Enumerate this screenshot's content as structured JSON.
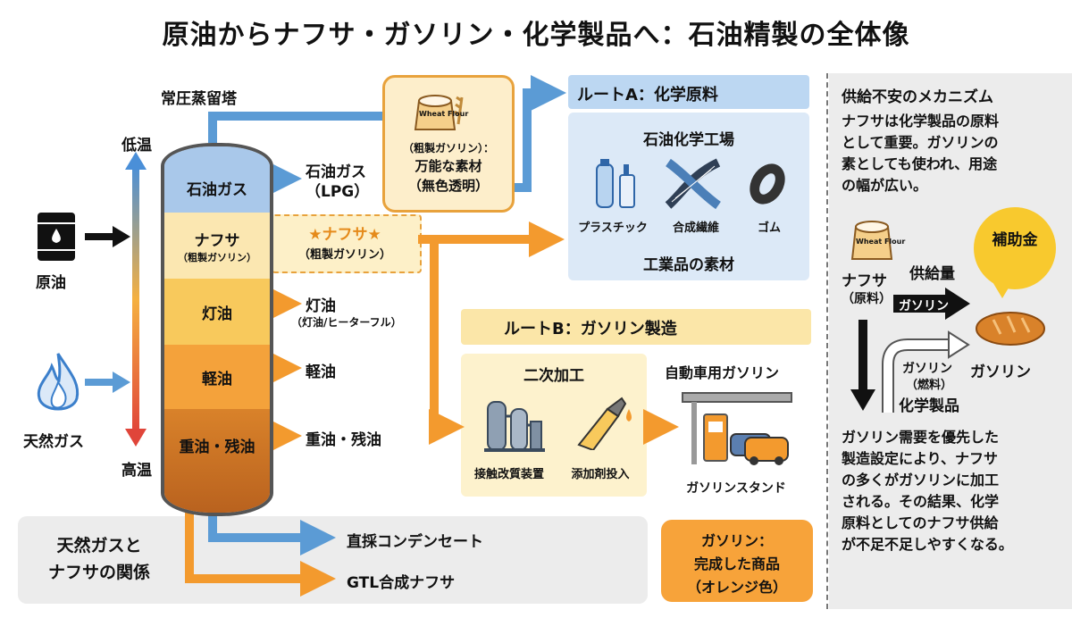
{
  "title": "原油からナフサ・ガソリン・化学製品へ：石油精製の全体像",
  "tower": {
    "title": "常圧蒸留塔",
    "temp_low": "低温",
    "temp_high": "高温",
    "layers": [
      {
        "label": "石油ガス",
        "sub": ""
      },
      {
        "label": "ナフサ",
        "sub": "（粗製ガソリン）"
      },
      {
        "label": "灯油",
        "sub": ""
      },
      {
        "label": "軽油",
        "sub": ""
      },
      {
        "label": "重油・残油",
        "sub": ""
      }
    ]
  },
  "inputs": {
    "crude": "原油",
    "gas": "天然ガス"
  },
  "outputs": {
    "lpg": "石油ガス",
    "lpg_sub": "（LPG）",
    "naphtha_star": "★ナフサ★",
    "naphtha_sub": "（粗製ガソリン）",
    "kerosene": "灯油",
    "kerosene_sub": "（灯油/ヒーターフル）",
    "diesel": "軽油",
    "heavy": "重油・残油"
  },
  "bubble": {
    "bag": "Wheat Flour",
    "line1": "（粗製ガソリン）：",
    "line2": "万能な素材",
    "line3": "（無色透明）"
  },
  "route_a": {
    "header": "ルートA：化学原料",
    "plant": "石油化学工場",
    "items": [
      "プラスチック",
      "合成繊維",
      "ゴム"
    ],
    "footer": "工業品の素材"
  },
  "route_b": {
    "header": "ルートB：ガソリン製造",
    "secondary_title": "二次加工",
    "items": [
      "接触改質装置",
      "添加剤投入"
    ],
    "car_gas_title": "自動車用ガソリン",
    "station": "ガソリンスタンド",
    "note_line1": "ガソリン：",
    "note_line2": "完成した商品",
    "note_line3": "（オレンジ色）"
  },
  "bottom": {
    "title_line1": "天然ガスと",
    "title_line2": "ナフサの関係",
    "condensate": "直採コンデンセート",
    "gtl": "GTL合成ナフサ"
  },
  "right": {
    "title": "供給不安のメカニズム",
    "intro": [
      "ナフサは化学製品の原料",
      "として重要。ガソリンの",
      "素としても使われ、用途",
      "の幅が広い。"
    ],
    "bag": "Wheat Flour",
    "naphtha": "ナフサ",
    "naphtha_sub": "（原料）",
    "supply": "供給量",
    "gasoline_arrow": "ガソリン",
    "subsidy": "補助金",
    "gasoline_fuel": "ガソリン",
    "gasoline_fuel_sub": "（燃料）",
    "chem": "化学製品",
    "gasoline_bread": "ガソリン",
    "conclusion": [
      "ガソリン需要を優先した",
      "製造設定により、ナフサ",
      "の多くがガソリンに加工",
      "される。その結果、化学",
      "原料としてのナフサ供給",
      "が不足不足しやすくなる。"
    ]
  },
  "colors": {
    "blue": "#5b9bd5",
    "orange": "#f39a2e",
    "dark_orange": "#d9781f",
    "yellow": "#f8c92e"
  }
}
